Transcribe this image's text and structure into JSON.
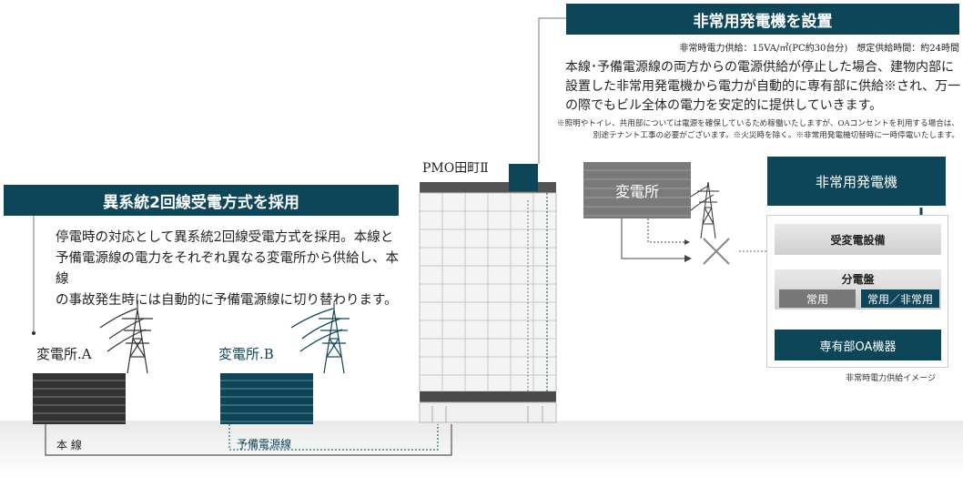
{
  "left": {
    "banner": "異系統2回線受電方式を採用",
    "para": [
      "停電時の対応として異系統2回線受電方式を採用。本線と",
      "予備電源線の電力をそれぞれ異なる変電所から供給し、本線",
      "の事故発生時には自動的に予備電源線に切り替わります。"
    ],
    "substation_a": "変電所.A",
    "substation_b": "変電所.B",
    "main_line": "本 線",
    "backup_line": "予備電源線"
  },
  "building": {
    "name": "PMO田町Ⅱ"
  },
  "right": {
    "banner": "非常用発電機を設置",
    "spec": "非常時電力供給：15VA/㎡(PC約30台分)　想定供給時間：約24時間",
    "para": [
      "本線･予備電源線の両方からの電源供給が停止した場合、建物内部に",
      "設置した非常用発電機から電力が自動的に専有部に供給※され、万一",
      "の際でもビル全体の電力を安定的に提供していきます。"
    ],
    "note": [
      "※照明やトイレ、共用部については電源を確保しているため稼働いたしますが、OAコンセントを利用する場合は、",
      "別途テナント工事の必要がございます。※火災時を除く。※非常用発電機切替時に一時停電いたします。"
    ],
    "substation": "変電所",
    "generator": "非常用発電機",
    "power_receiving": "受変電設備",
    "distribution_board": "分電盤",
    "regular": "常用",
    "regular_emergency": "常用／非常用",
    "exclusive_oa": "専有部OA機器",
    "caption": "非常時電力供給イメージ"
  },
  "colors": {
    "teal": "#0d4658",
    "dark": "#333333",
    "gray": "#7a7a7a"
  }
}
